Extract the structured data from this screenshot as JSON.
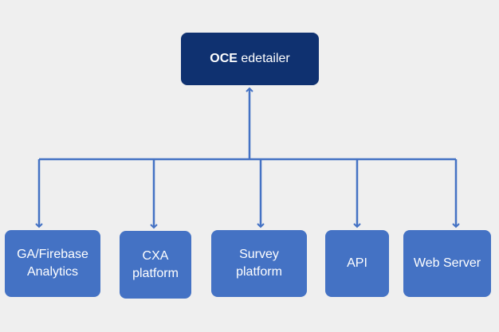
{
  "root": {
    "label_bold": "OCE",
    "label_rest": " edetailer"
  },
  "children": [
    {
      "line1": "GA/Firebase",
      "line2": "Analytics"
    },
    {
      "line1": "CXA",
      "line2": "platform"
    },
    {
      "line1": "Survey",
      "line2": "platform"
    },
    {
      "line1": "API",
      "line2": ""
    },
    {
      "line1": "Web Server",
      "line2": ""
    }
  ],
  "colors": {
    "background": "#efefef",
    "root_fill": "#0f3170",
    "child_fill": "#4472c4",
    "connector": "#4472c4",
    "text": "#ffffff"
  }
}
